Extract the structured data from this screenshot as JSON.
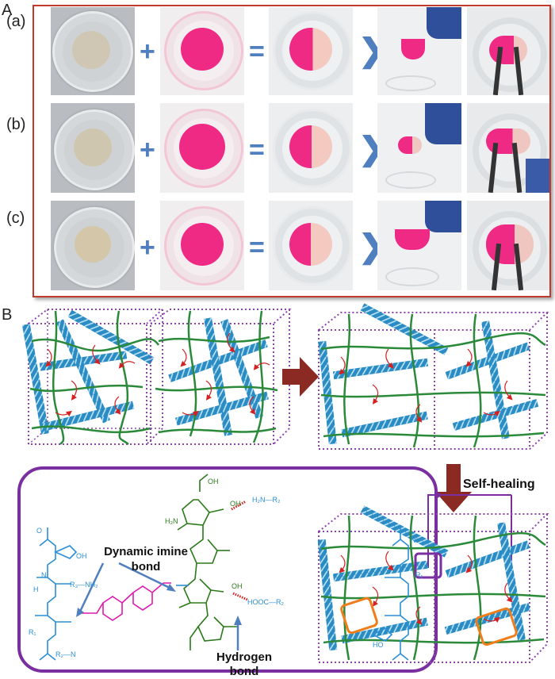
{
  "panel_labels": {
    "A": "A",
    "B": "B"
  },
  "row_labels": [
    "(a)",
    "(b)",
    "(c)"
  ],
  "operators": {
    "plus": "+",
    "equals": "=",
    "arrow": "❯"
  },
  "labels": {
    "self_healing": "Self-healing",
    "dynamic_imine_bond": "Dynamic imine bond",
    "hydrogen_bond": "Hydrogen bond"
  },
  "chem_text": {
    "oh": "OH",
    "h2n": "H₂N",
    "h2n_r2": "H₂N—R₂",
    "r3_nh2": "R₃—NH₂",
    "r1": "R₁",
    "r2_n": "R₂—N",
    "hooc_r2": "HOOC—R₂",
    "ho": "HO",
    "n": "N",
    "h": "H",
    "o": "O"
  },
  "colors": {
    "frame_red": "#c0392b",
    "operator_blue": "#4f7fbf",
    "pink_gel": "#ee2a84",
    "network_blue": "#2b8cc4",
    "network_green": "#2a8a3a",
    "crosslink_red": "#d42020",
    "box_purple": "#7a2fa0",
    "arrow_brown": "#8b2a22",
    "highlight_orange": "#f07d1a",
    "chem_blue": "#2a8fd6",
    "chem_green": "#2a7a1a",
    "chem_magenta": "#e01ab0"
  }
}
